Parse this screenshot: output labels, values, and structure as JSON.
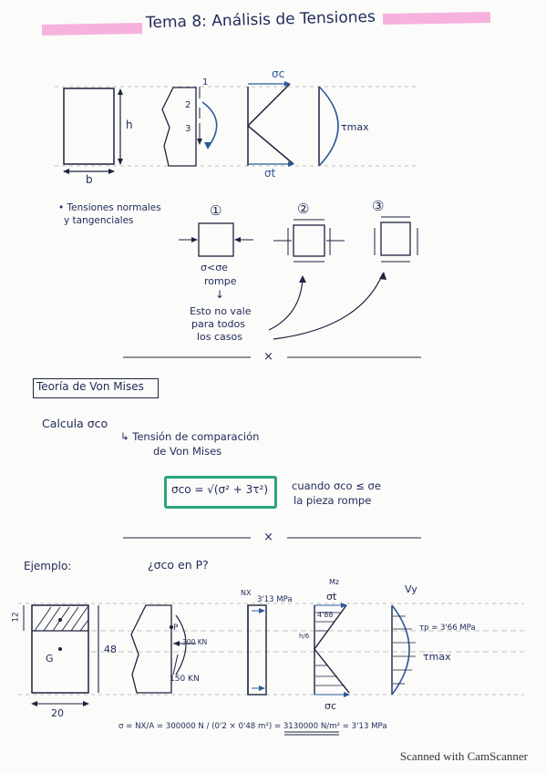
{
  "title": "Tema 8: Análisis de Tensiones",
  "top_diagram": {
    "h_label": "h",
    "b_label": "b",
    "point_1": "1",
    "point_2": "2",
    "point_3": "3",
    "sigma_c": "σc",
    "sigma_t": "σt",
    "tau_max": "τmax"
  },
  "stresses": {
    "heading_line1": "• Tensiones normales",
    "heading_line2": "y tangenciales",
    "case1": "①",
    "case2": "②",
    "case3": "③",
    "condition_line1": "σ<σe",
    "condition_line2": "rompe",
    "down_arrow": "↓",
    "note_line1": "Esto no vale",
    "note_line2": "para todos",
    "note_line3": "los casos"
  },
  "separator_mark": "×",
  "von_mises": {
    "heading": "Teoría de Von Mises",
    "calc": "Calcula σco",
    "arrow_line1": "↳ Tensión de comparación",
    "arrow_line2": "de Von Mises",
    "formula": "σco = √(σ² + 3τ²)",
    "cond_line1": "cuando σco ≤ σe",
    "cond_line2": "la pieza rompe"
  },
  "example": {
    "label": "Ejemplo:",
    "question": "¿σco en P?",
    "dim_12": "12",
    "dim_48": "48",
    "dim_20": "20",
    "g_label": "G",
    "p_label": "P",
    "force_300": "300 KN",
    "force_150": "150 KN",
    "nx_label": "NX",
    "nx_value": "3'13 MPa",
    "mz_label": "Mz",
    "sigma_t": "σt",
    "val_488": "4'88",
    "h_over_6": "h/6",
    "vy_label": "Vy",
    "tau_p": "τp = 3'66 MPa",
    "tau_max": "τmax",
    "sigma_c": "σc",
    "final_formula": "σ = NX/A = 300000 N / (0'2 × 0'48 m²) = 3130000 N/m² = 3'13 MPa"
  },
  "watermark": "Scanned with CamScanner"
}
